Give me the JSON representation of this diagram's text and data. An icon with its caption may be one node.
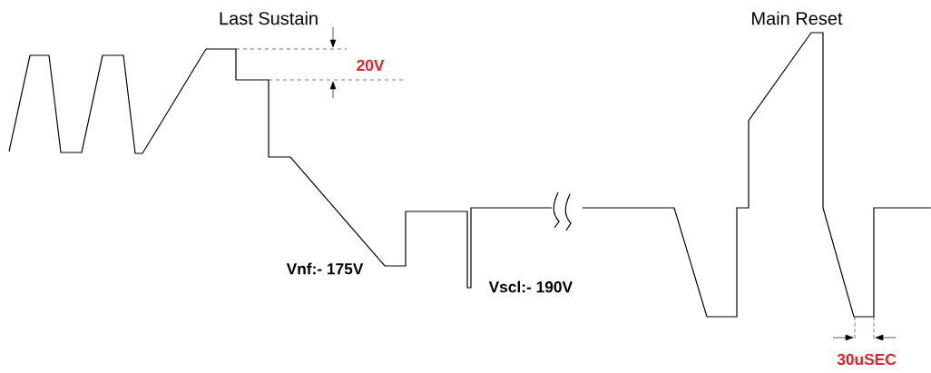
{
  "diagram": {
    "labels": [
      "Last Sustain",
      "Main Reset",
      "20V",
      "Vnf:- 175V",
      "Vscl:- 190V",
      "30uSEC"
    ]
  }
}
